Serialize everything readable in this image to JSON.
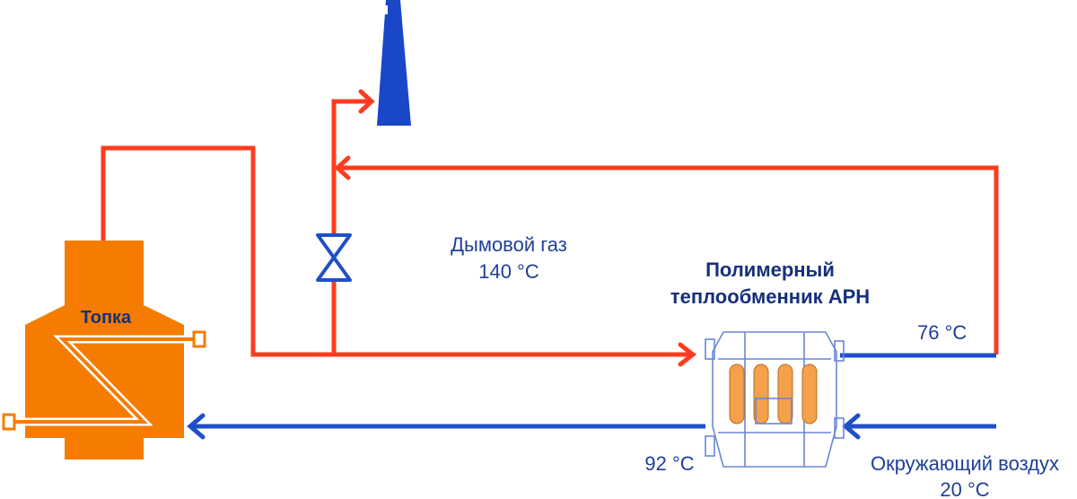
{
  "labels": {
    "flue_gas_name": "Дымовой газ",
    "flue_gas_temp": "140 °C",
    "exchanger_line1": "Полимерный",
    "exchanger_line2": "теплообменник APH",
    "temp_76": "76 °C",
    "temp_92": "92 °C",
    "ambient_air_name": "Окружающий воздух",
    "ambient_air_temp": "20 °C",
    "furnace": "Топка"
  },
  "colors": {
    "hot_line": "#ff3b1f",
    "cold_line": "#1f4fc8",
    "furnace": "#f57c00",
    "stack": "#1a47c8",
    "exchanger_outline": "#6b86d6",
    "tubes": "#f5a04a",
    "label_blue": "#1f3f96",
    "label_dark": "#16307a"
  },
  "icons": {
    "stack": "chimney-icon",
    "valve": "valve-icon",
    "furnace": "furnace-icon",
    "exchanger": "heat-exchanger-icon"
  }
}
